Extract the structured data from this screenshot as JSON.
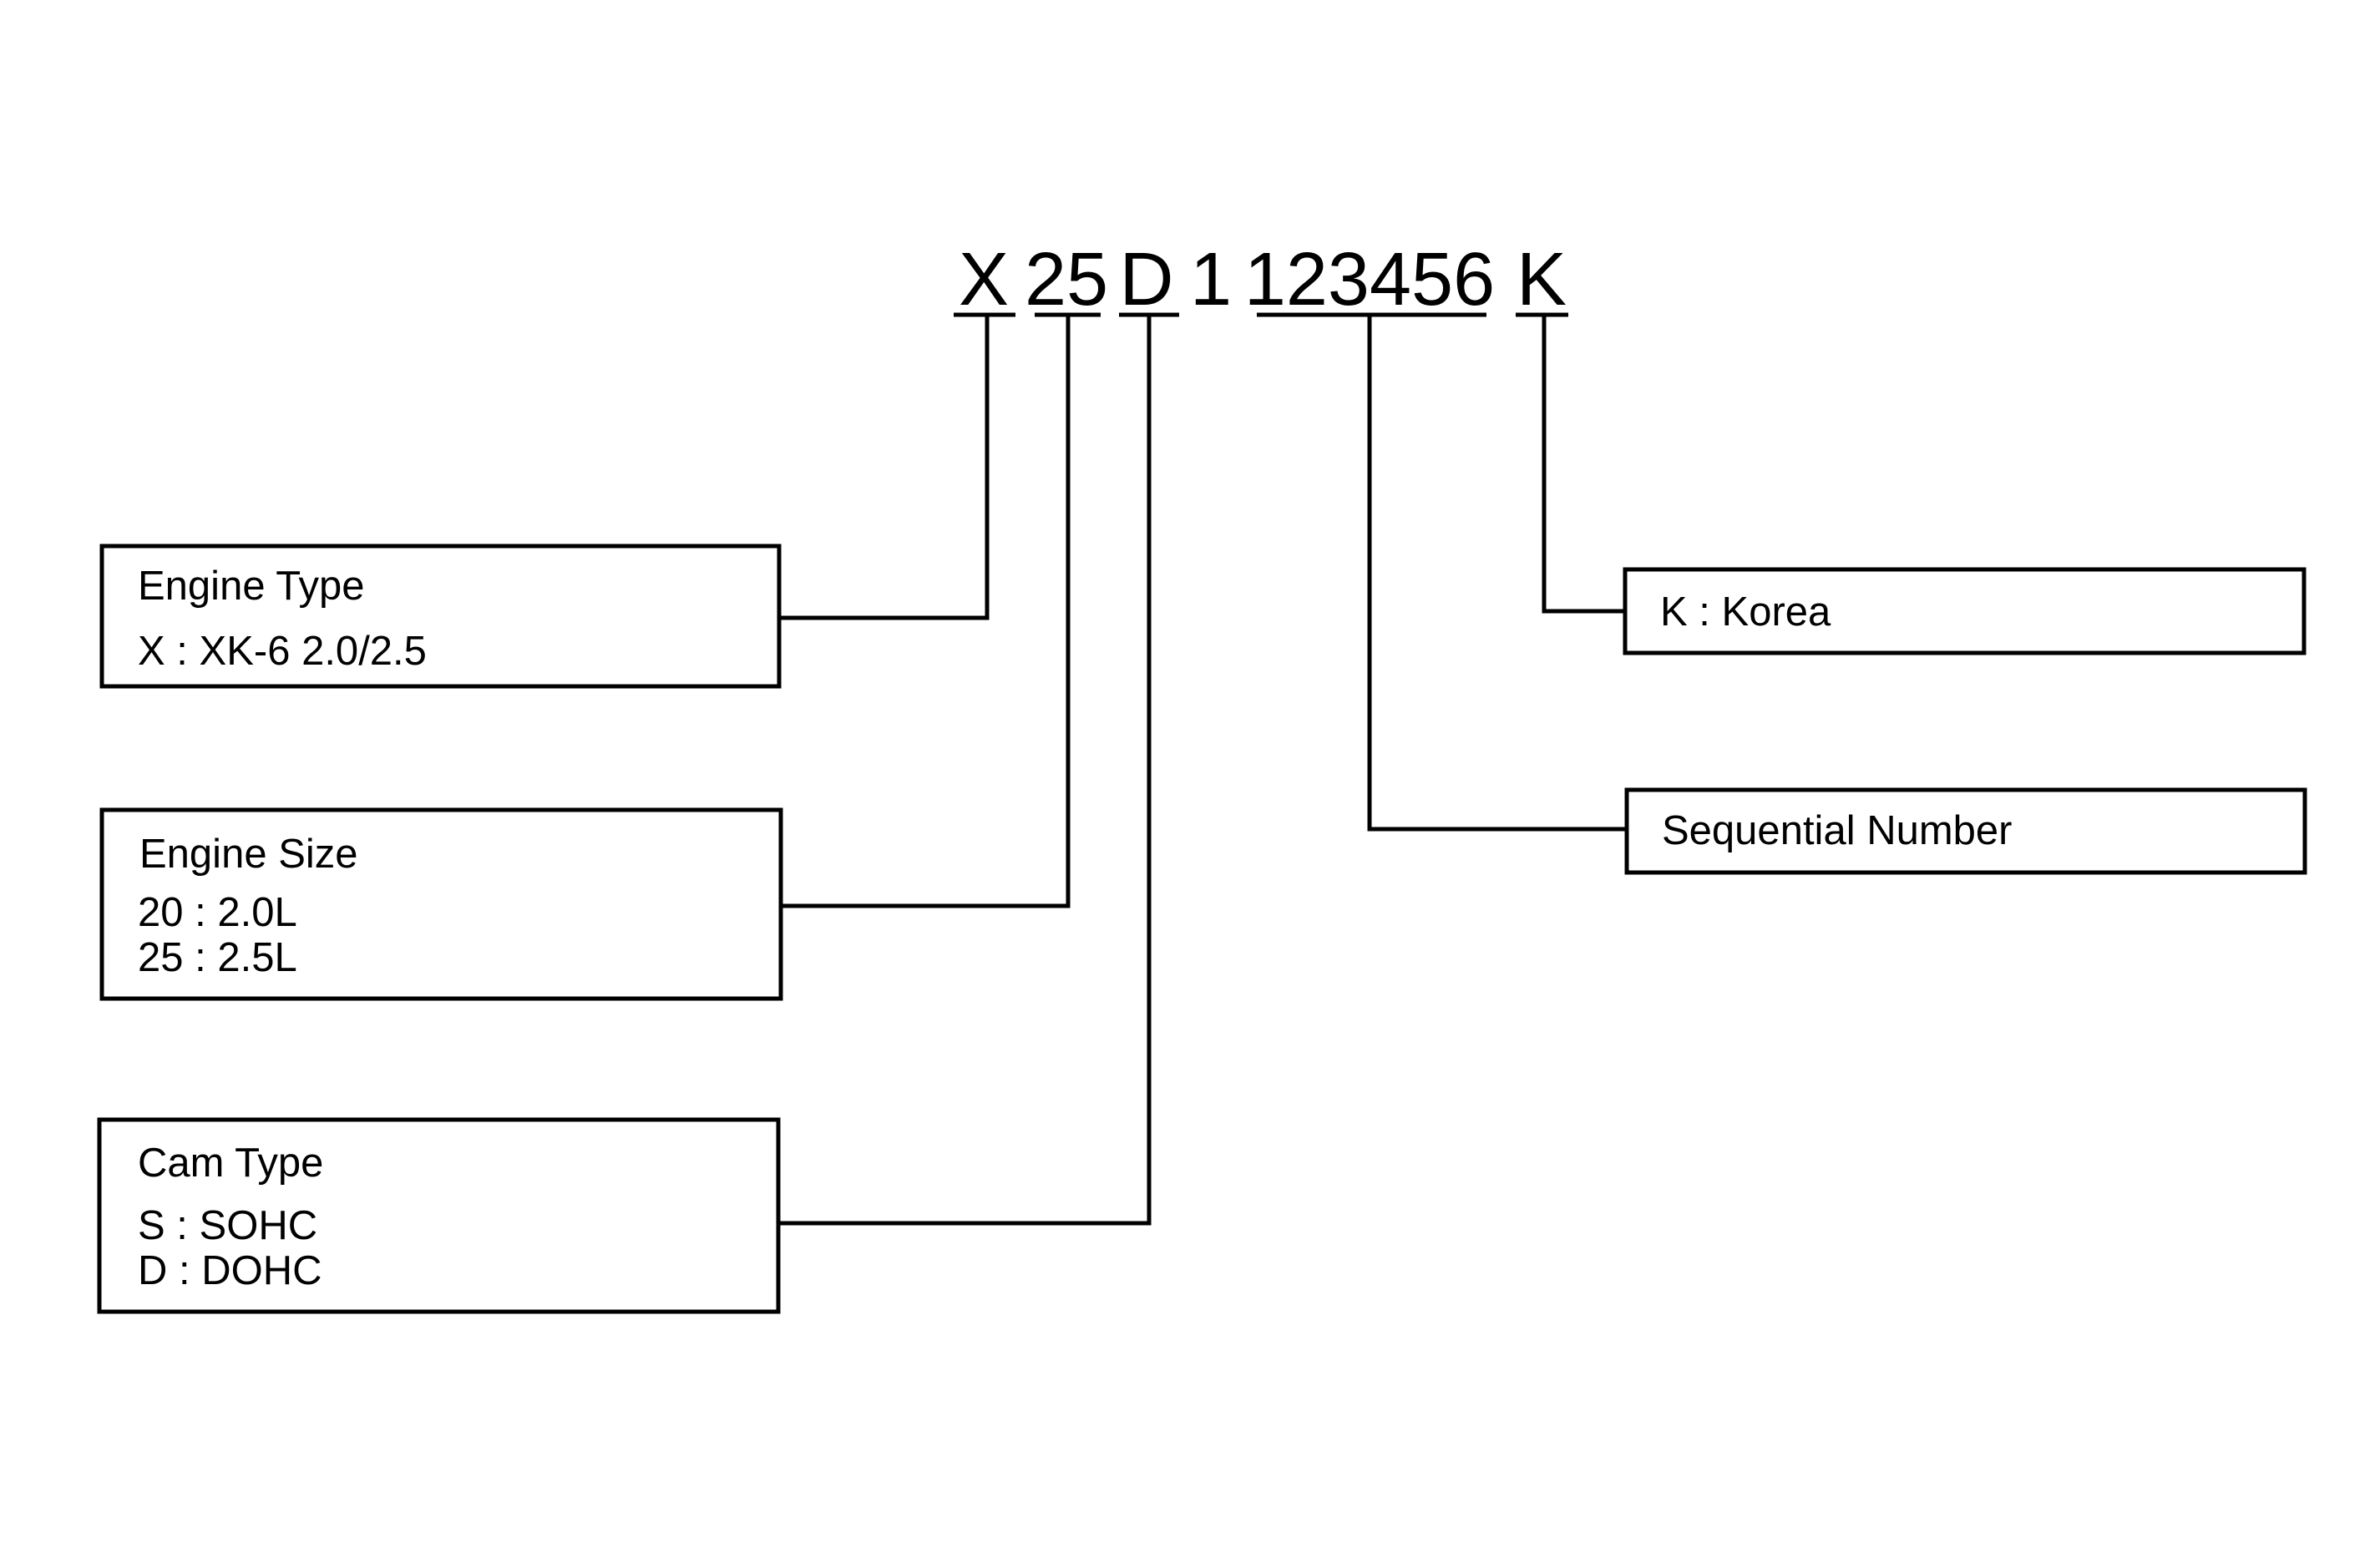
{
  "code": {
    "engine_type": "X",
    "engine_size": "25",
    "cam_type": "D",
    "digit": "1",
    "sequential": "123456",
    "country": "K"
  },
  "boxes": {
    "engine_type": {
      "title": "Engine Type",
      "lines": [
        "X : XK-6 2.0/2.5"
      ]
    },
    "engine_size": {
      "title": "Engine Size",
      "lines": [
        "20 : 2.0L",
        "25 : 2.5L"
      ]
    },
    "cam_type": {
      "title": "Cam Type",
      "lines": [
        "S : SOHC",
        "D : DOHC"
      ]
    },
    "country": {
      "title": "K : Korea"
    },
    "sequential": {
      "title": "Sequential Number"
    }
  }
}
